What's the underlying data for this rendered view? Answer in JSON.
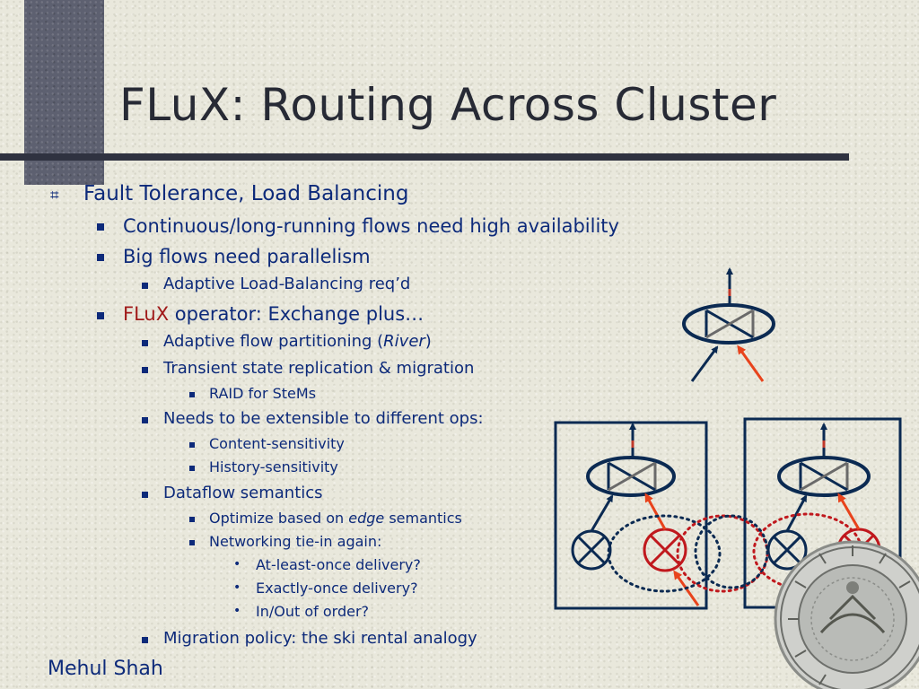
{
  "slide": {
    "title": "FLuX: Routing Across Cluster",
    "footer": "Mehul Shah"
  },
  "bullets": {
    "b1": "Fault Tolerance, Load Balancing",
    "b1_1": "Continuous/long-running flows need high availability",
    "b1_2": "Big flows need parallelism",
    "b1_2_1": "Adaptive Load-Balancing req’d",
    "b1_3_red": "FLuX",
    "b1_3_rest": " operator: Exchange plus…",
    "b1_3_1_pre": "Adaptive flow partitioning (",
    "b1_3_1_em": "River",
    "b1_3_1_post": ")",
    "b1_3_2": "Transient state replication & migration",
    "b1_3_2_1": "RAID for SteMs",
    "b1_3_3": "Needs to be extensible to different ops:",
    "b1_3_3_1": "Content-sensitivity",
    "b1_3_3_2": "History-sensitivity",
    "b1_3_4": "Dataflow semantics",
    "b1_3_4_1_pre": "Optimize based on ",
    "b1_3_4_1_em": "edge",
    "b1_3_4_1_post": " semantics",
    "b1_3_4_2": "Networking tie-in again:",
    "b1_3_4_2_1": "At-least-once delivery?",
    "b1_3_4_2_2": "Exactly-once delivery?",
    "b1_3_4_2_3": "In/Out of order?",
    "b1_3_5": "Migration policy: the ski rental analogy"
  },
  "markers": {
    "level1": "⌗",
    "level5": "•"
  },
  "colors": {
    "text": "#0d2a7a",
    "accent_red": "#a01919",
    "arrow_red": "#e8431c",
    "diagram_navy": "#0b2a52",
    "background": "#e9e8dc",
    "title_block": "#5d6070"
  },
  "icons": {
    "seal": "university-seal-icon"
  }
}
